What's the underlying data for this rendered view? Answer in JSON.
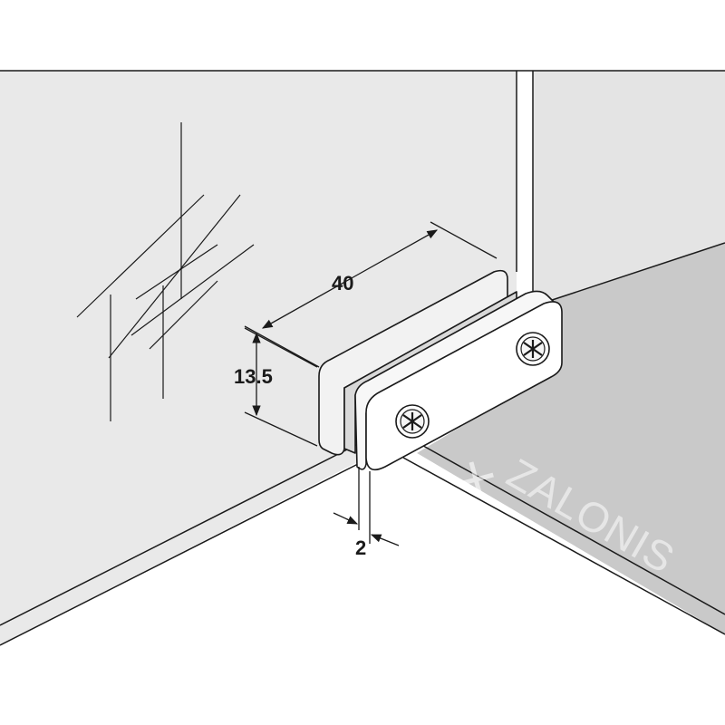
{
  "diagram": {
    "dimensions": {
      "length": "40",
      "height": "13.5",
      "slot": "2"
    },
    "watermark": {
      "text": "ZALONIS"
    },
    "colors": {
      "side_panel": "#e7e7e7",
      "back_panel": "#f4f4f4",
      "floor_shade": "#c8c8c8",
      "clamp_face": "#ffffff",
      "line": "#1a1a1a"
    },
    "icons": [
      "screw-icon",
      "screw-icon",
      "watermark-logo-icon"
    ]
  }
}
